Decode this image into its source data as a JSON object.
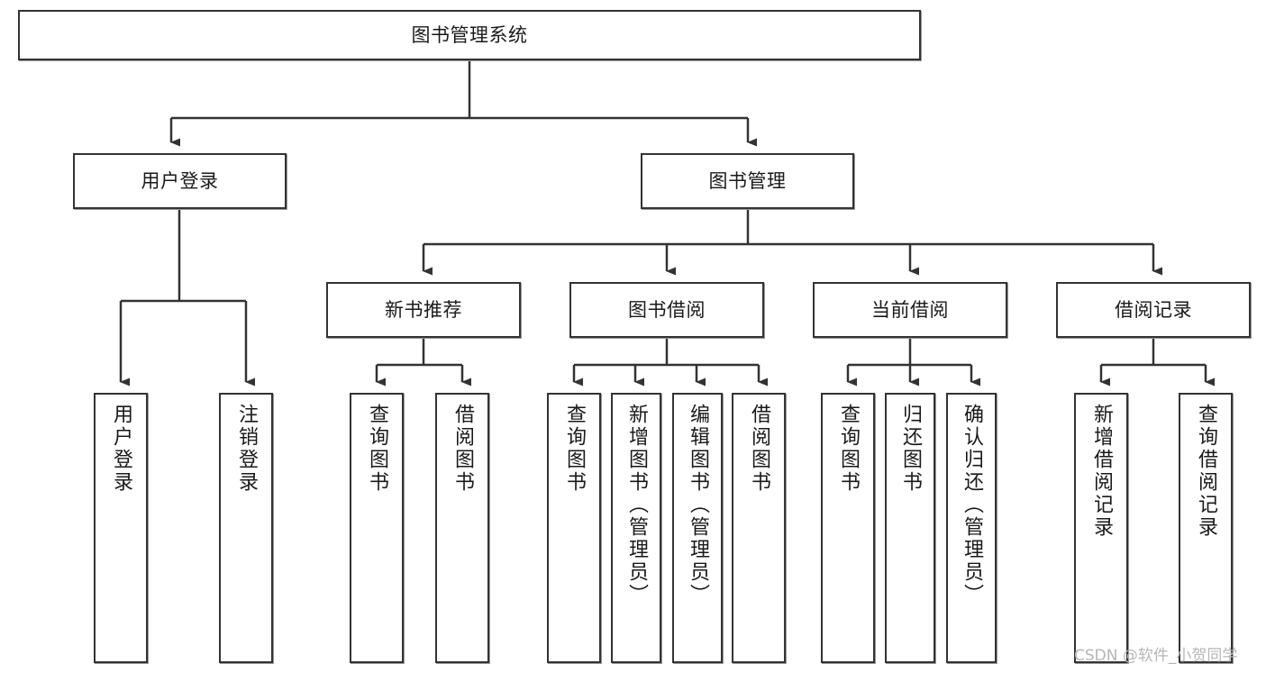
{
  "diagram": {
    "title": "图书管理系统",
    "type": "tree-hierarchy",
    "watermark": "CSDN @软件_小贺同学",
    "colors": {
      "box_border": "#333333",
      "box_fill": "#ffffff",
      "connector": "#333333",
      "text": "#1a1a1a",
      "watermark": "#b6b6b6",
      "background": "#ffffff"
    },
    "levels": {
      "root": {
        "id": "root",
        "label": "图书管理系统"
      },
      "level2": [
        {
          "id": "user-login",
          "label": "用户登录"
        },
        {
          "id": "book-management",
          "label": "图书管理"
        }
      ],
      "level3": [
        {
          "id": "new-book-recommend",
          "label": "新书推荐",
          "parent": "book-management"
        },
        {
          "id": "book-borrow",
          "label": "图书借阅",
          "parent": "book-management"
        },
        {
          "id": "current-borrow",
          "label": "当前借阅",
          "parent": "book-management"
        },
        {
          "id": "borrow-record",
          "label": "借阅记录",
          "parent": "book-management"
        }
      ],
      "leaves": [
        {
          "id": "leaf-user-login",
          "label": "用户登录",
          "parent": "user-login"
        },
        {
          "id": "leaf-logout",
          "label": "注销登录",
          "parent": "user-login"
        },
        {
          "id": "leaf-query-book-1",
          "label": "查询图书",
          "parent": "new-book-recommend"
        },
        {
          "id": "leaf-borrow-book-1",
          "label": "借阅图书",
          "parent": "new-book-recommend"
        },
        {
          "id": "leaf-query-book-2",
          "label": "查询图书",
          "parent": "book-borrow"
        },
        {
          "id": "leaf-add-book",
          "label": "新增图书（管理员）",
          "parent": "book-borrow"
        },
        {
          "id": "leaf-edit-book",
          "label": "编辑图书（管理员）",
          "parent": "book-borrow"
        },
        {
          "id": "leaf-borrow-book-2",
          "label": "借阅图书",
          "parent": "book-borrow"
        },
        {
          "id": "leaf-query-book-3",
          "label": "查询图书",
          "parent": "current-borrow"
        },
        {
          "id": "leaf-return-book",
          "label": "归还图书",
          "parent": "current-borrow"
        },
        {
          "id": "leaf-confirm-return",
          "label": "确认归还（管理员）",
          "parent": "current-borrow"
        },
        {
          "id": "leaf-add-record",
          "label": "新增借阅记录",
          "parent": "borrow-record"
        },
        {
          "id": "leaf-query-record",
          "label": "查询借阅记录",
          "parent": "borrow-record"
        }
      ]
    }
  }
}
